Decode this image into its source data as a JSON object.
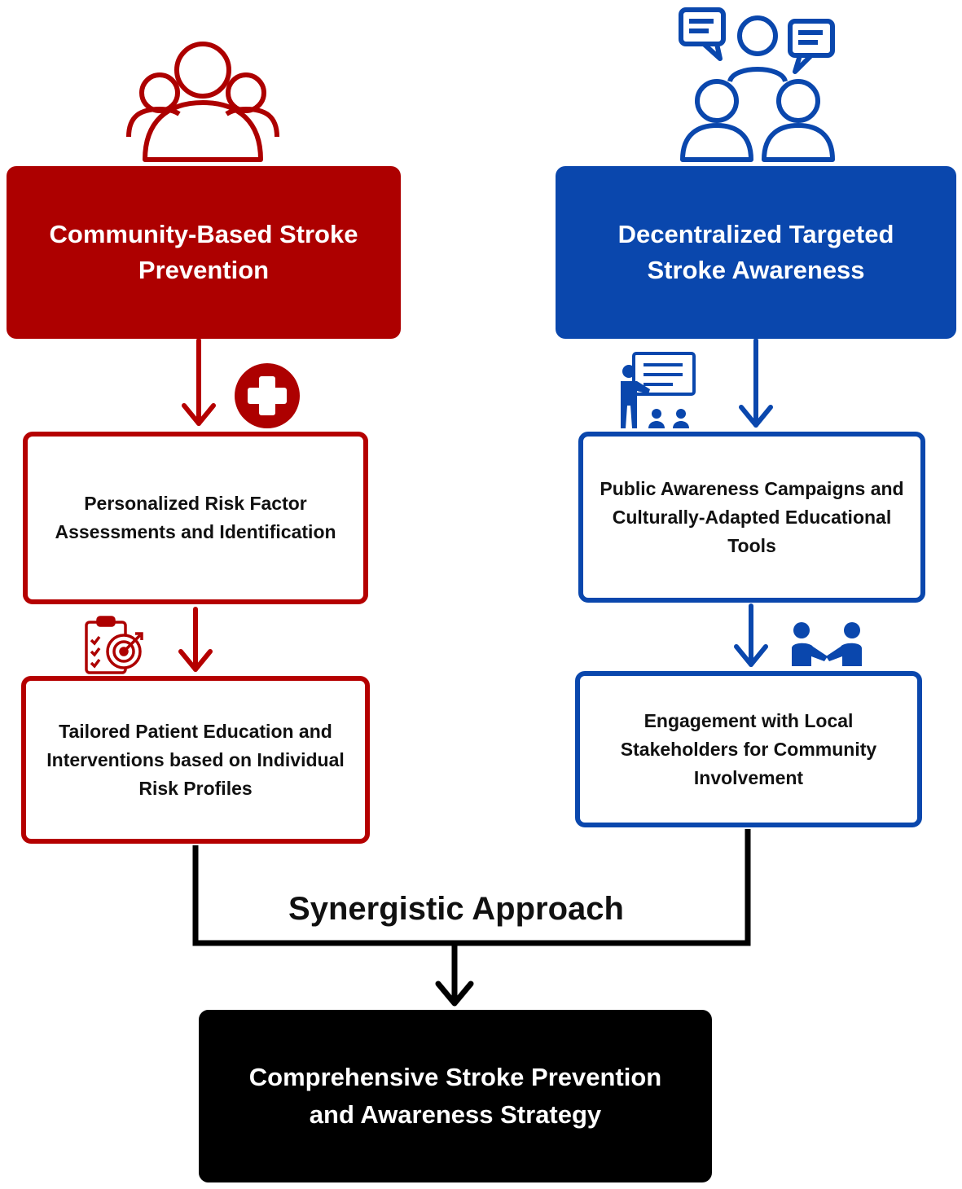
{
  "colors": {
    "red": "#ad0000",
    "blue": "#0a47ad",
    "black": "#000000"
  },
  "left_column": {
    "header_icon": "community-people-icon",
    "header": "Community-Based Stroke Prevention",
    "step1_icon": "medical-cross-icon",
    "step1": "Personalized Risk Factor Assessments and Identification",
    "step2_icon": "clipboard-target-icon",
    "step2": "Tailored Patient Education and Interventions based on Individual Risk Profiles"
  },
  "right_column": {
    "header_icon": "group-discussion-icon",
    "header": "Decentralized Targeted Stroke Awareness",
    "step1_icon": "presentation-teacher-icon",
    "step1": "Public Awareness Campaigns and Culturally-Adapted Educational Tools",
    "step2_icon": "handshake-people-icon",
    "step2": "Engagement with Local Stakeholders for Community Involvement"
  },
  "merge_label": "Synergistic Approach",
  "final": "Comprehensive Stroke Prevention and Awareness Strategy"
}
